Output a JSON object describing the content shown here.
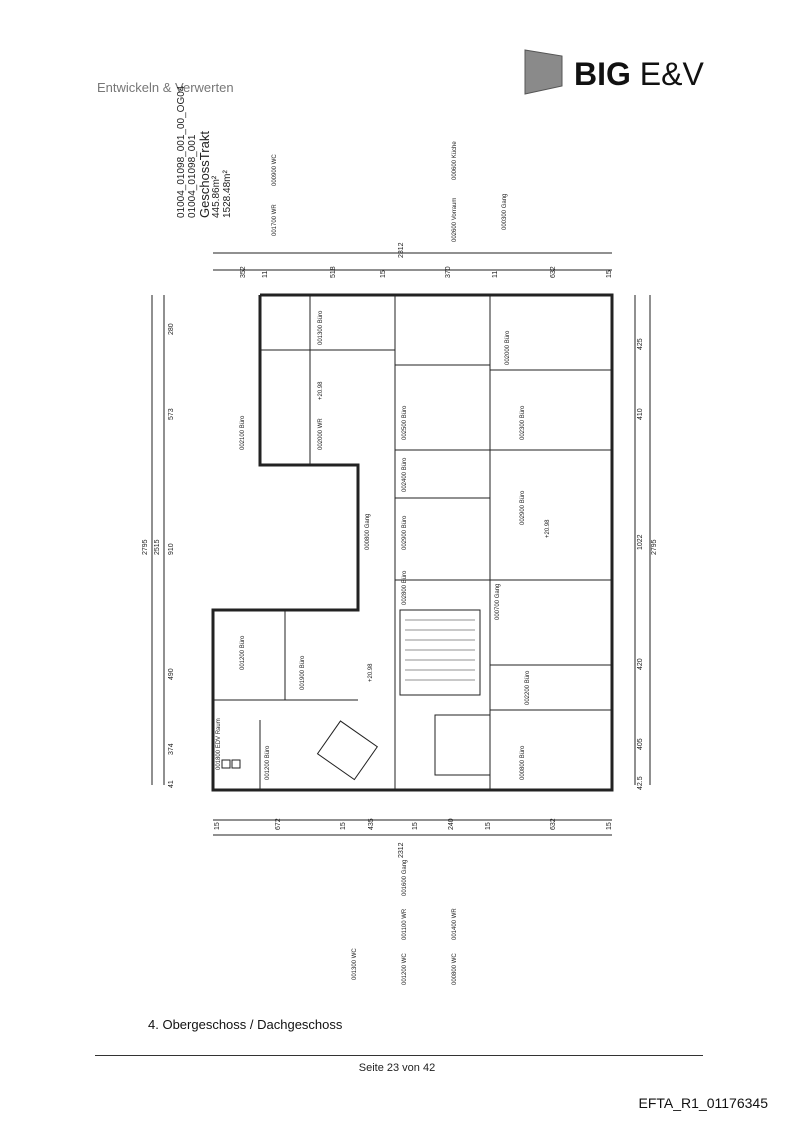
{
  "header": {
    "tagline": "Entwickeln & Verwerten",
    "logo_text_bold": "BIG",
    "logo_text_regular": "E&V"
  },
  "plan": {
    "title_block": [
      "01004_01098_001_00_OG04",
      "01004_01098_001",
      "GeschossTrakt",
      "445.86m²",
      "1528.48m²"
    ],
    "top_labels": [
      {
        "code": "001700",
        "name": "WR"
      },
      {
        "code": "000900",
        "name": "WC"
      },
      {
        "code": "002600",
        "name": "Vorraum"
      },
      {
        "code": "000600",
        "name": "Küche"
      },
      {
        "code": "000300",
        "name": "Gang"
      }
    ],
    "rooms": [
      {
        "code": "002100",
        "name": "Büro"
      },
      {
        "code": "002000",
        "name": "WR"
      },
      {
        "code": "002500",
        "name": "Büro"
      },
      {
        "code": "002400",
        "name": "Büro"
      },
      {
        "code": "000800",
        "name": "Gang"
      },
      {
        "code": "002900",
        "name": "Büro"
      },
      {
        "code": "002800",
        "name": "Büro"
      },
      {
        "code": "002300",
        "name": "Büro"
      },
      {
        "code": "000700",
        "name": "Gang"
      },
      {
        "code": "002200",
        "name": "Büro"
      },
      {
        "code": "001900",
        "name": "Büro"
      },
      {
        "code": "002900",
        "name": "Büro"
      },
      {
        "code": "000800",
        "name": "Büro"
      },
      {
        "code": "002000",
        "name": "Büro"
      },
      {
        "code": "001300",
        "name": "Büro"
      },
      {
        "code": "001800",
        "name": "EDV Raum"
      },
      {
        "code": "001200",
        "name": "Büro"
      }
    ],
    "levels": [
      "+20.98",
      "+20.98",
      "+20.98"
    ],
    "dims_top": [
      "2312",
      "352",
      "11",
      "518",
      "15",
      "370",
      "11",
      "632",
      "15"
    ],
    "dims_bottom": [
      "2312",
      "15",
      "672",
      "15",
      "435",
      "15",
      "240",
      "15",
      "632",
      "15"
    ],
    "dims_left": [
      "2795",
      "2515",
      "280",
      "573",
      "910",
      "490",
      "374",
      "41"
    ],
    "dims_right": [
      "2795",
      "1022",
      "425",
      "410",
      "420",
      "405",
      "42.5"
    ],
    "bottom_labels": [
      {
        "code": "001300",
        "name": "WC"
      },
      {
        "code": "001200",
        "name": "WC"
      },
      {
        "code": "000800",
        "name": "WC"
      },
      {
        "code": "001100",
        "name": "WR"
      },
      {
        "code": "001400",
        "name": "WR"
      },
      {
        "code": "001600",
        "name": "Gang"
      }
    ]
  },
  "caption": "4. Obergeschoss / Dachgeschoss",
  "footer": {
    "page": "Seite 23 von 42",
    "doc_id": "EFTA_R1_01176345"
  }
}
